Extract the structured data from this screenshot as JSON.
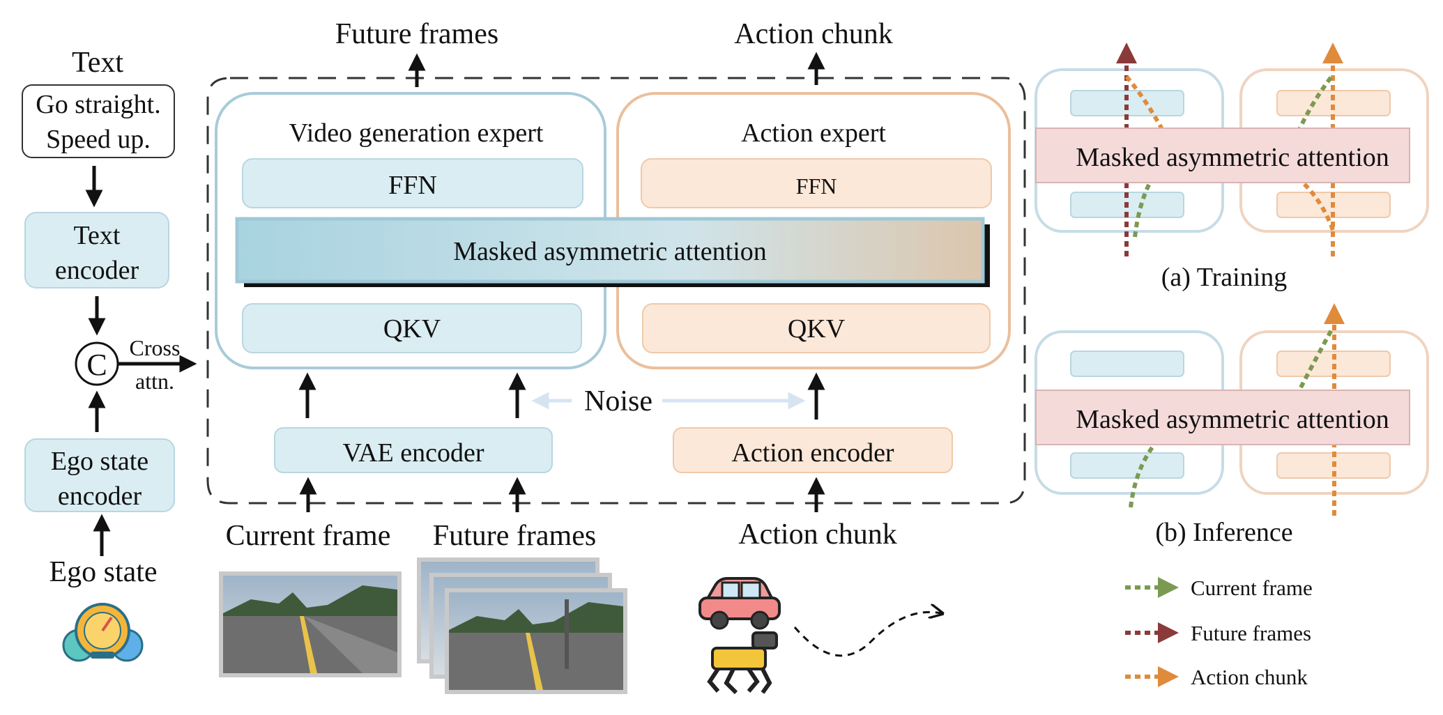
{
  "inputs": {
    "text_title": "Text",
    "text_prompt_line1": "Go straight.",
    "text_prompt_line2": "Speed up.",
    "text_encoder_line1": "Text",
    "text_encoder_line2": "encoder",
    "concat_symbol": "C",
    "cross_attn_line1": "Cross",
    "cross_attn_line2": "attn.",
    "ego_encoder_line1": "Ego state",
    "ego_encoder_line2": "encoder",
    "ego_state_label": "Ego state"
  },
  "outputs": {
    "future_frames": "Future frames",
    "action_chunk": "Action chunk"
  },
  "video_expert": {
    "title": "Video generation expert",
    "ffn": "FFN",
    "qkv": "QKV",
    "vae_encoder": "VAE encoder"
  },
  "action_expert": {
    "title": "Action expert",
    "ffn": "FFN",
    "qkv": "QKV",
    "action_encoder": "Action encoder"
  },
  "shared": {
    "attention": "Masked asymmetric attention",
    "noise": "Noise"
  },
  "bottom_inputs": {
    "current_frame": "Current frame",
    "future_frames": "Future frames",
    "action_chunk": "Action chunk"
  },
  "right_panels": {
    "training_attention": "Masked asymmetric attention",
    "training_caption": "(a) Training",
    "inference_attention": "Masked asymmetric attention",
    "inference_caption": "(b) Inference"
  },
  "legend": {
    "items": [
      {
        "label": "Current frame",
        "color": "#7a9a52"
      },
      {
        "label": "Future frames",
        "color": "#8b3a3a"
      },
      {
        "label": "Action chunk",
        "color": "#e08a3c"
      }
    ]
  },
  "colors": {
    "video_fill": "#daedf2",
    "video_stroke": "#a9cbd8",
    "action_fill": "#fce8d8",
    "action_stroke": "#ebbf9c",
    "attention_panel_fill": "#f5dada"
  }
}
